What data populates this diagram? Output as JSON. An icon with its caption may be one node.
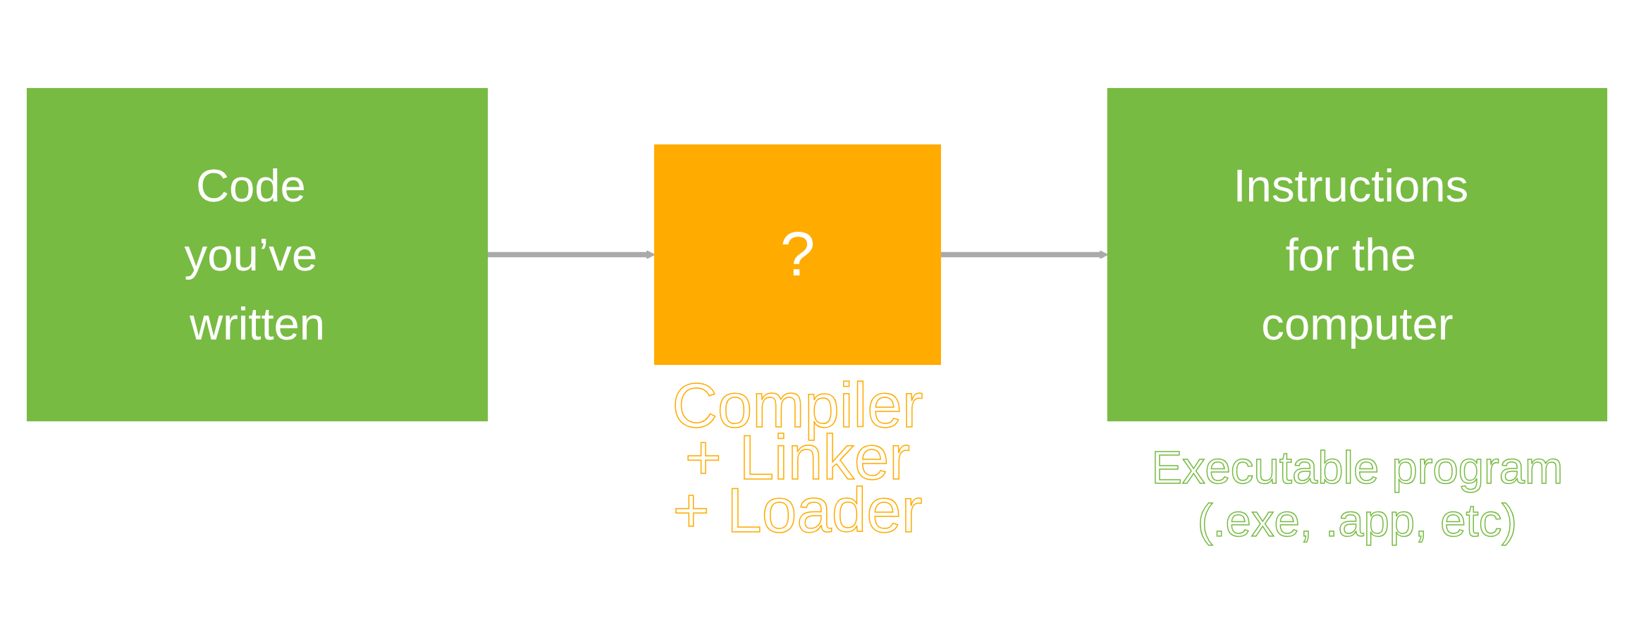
{
  "diagram": {
    "nodes": [
      {
        "text": [
          "Code you’ve written"
        ]
      },
      {
        "text": [
          "?"
        ],
        "beside": [
          "Compiler + Linker + Loader"
        ]
      },
      {
        "text": [
          "Instructions for the computer"
        ],
        "beside": [
          "Executable program (.exe, .app, etc)"
        ]
      }
    ],
    "edges": [
      {
        "from": 0,
        "to": 1,
        "arrow": "to"
      },
      {
        "from": 1,
        "to": 2,
        "arrow": "to"
      }
    ]
  }
}
